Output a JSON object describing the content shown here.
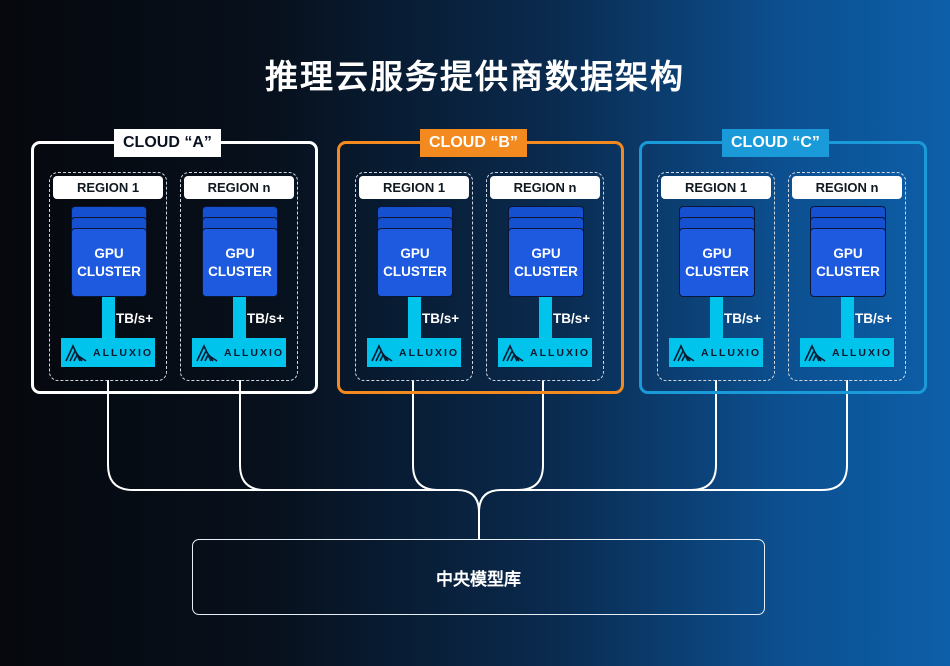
{
  "title": "推理云服务提供商数据架构",
  "region_labels": [
    "REGION 1",
    "REGION n"
  ],
  "gpu_line1": "GPU",
  "gpu_line2": "CLUSTER",
  "throughput": "TB/s+",
  "alluxio_label": "ALLUXIO",
  "clouds": [
    {
      "label": "CLOUD “A”",
      "border_color": "#ffffff",
      "label_bg": "#ffffff",
      "label_color": "#0b1220"
    },
    {
      "label": "CLOUD “B”",
      "border_color": "#f28a1f",
      "label_bg": "#f28a1f",
      "label_color": "#ffffff"
    },
    {
      "label": "CLOUD “C”",
      "border_color": "#1a9ad8",
      "label_bg": "#1a9ad8",
      "label_color": "#ffffff"
    }
  ],
  "central_repo": "中央模型库",
  "colors": {
    "accent": "#00c4ec",
    "gpu": "#1d5ae0"
  }
}
